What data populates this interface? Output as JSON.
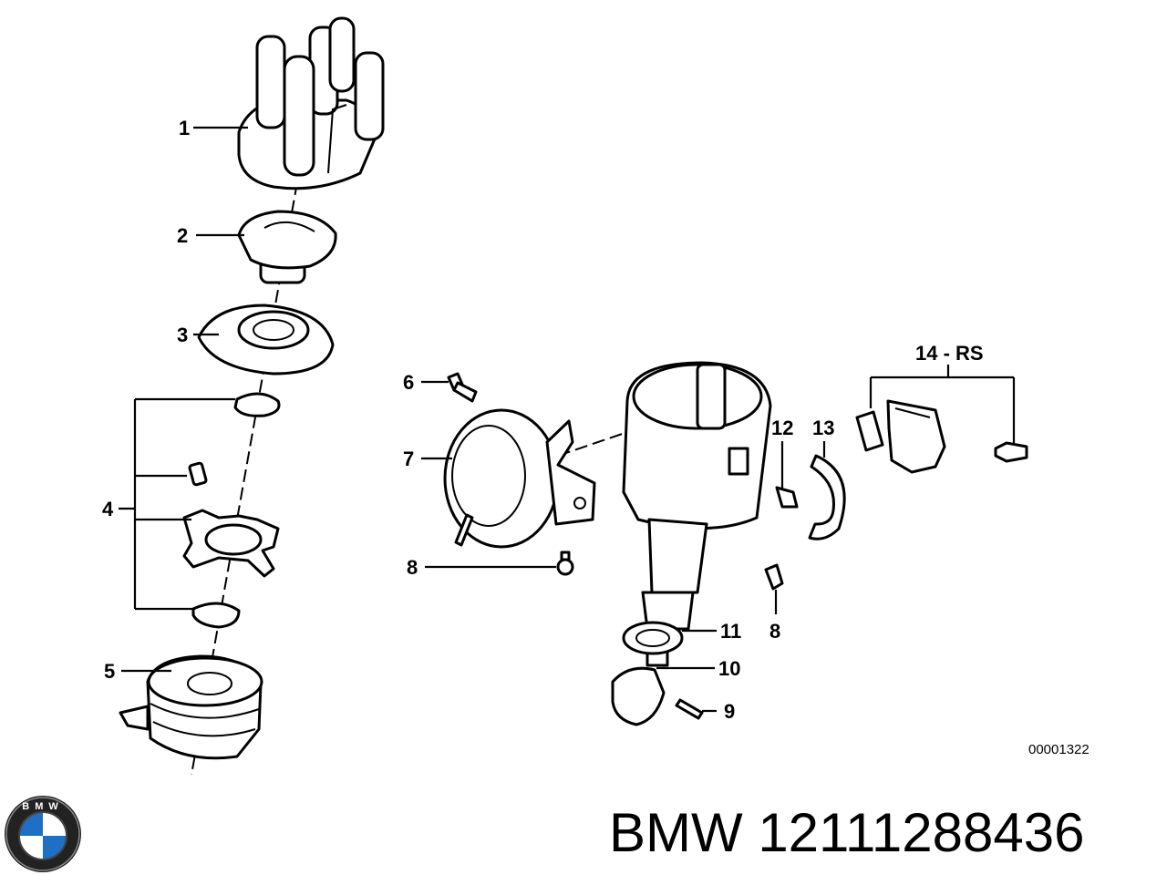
{
  "diagram": {
    "drawing_number": "00001322",
    "callouts": {
      "c1": "1",
      "c2": "2",
      "c3": "3",
      "c4": "4",
      "c5": "5",
      "c6": "6",
      "c7": "7",
      "c8a": "8",
      "c8b": "8",
      "c9": "9",
      "c10": "10",
      "c11": "11",
      "c12": "12",
      "c13": "13",
      "c14": "14 - RS"
    }
  },
  "footer": {
    "brand": "BMW",
    "part_number": "12111288436",
    "logo_letters": "BMW"
  },
  "colors": {
    "line": "#000000",
    "background": "#ffffff",
    "logo_blue": "#1f6fc4"
  }
}
